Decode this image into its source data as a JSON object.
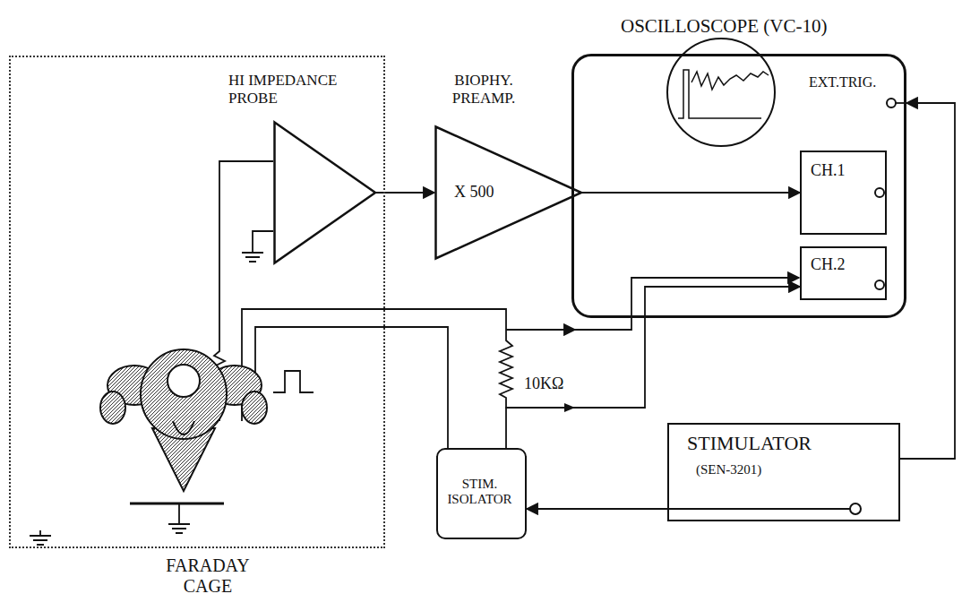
{
  "diagram": {
    "nodes": [
      {
        "text": [
          "FARADAY CAGE"
        ]
      },
      {
        "text": [
          "HI IMPEDANCE PROBE"
        ],
        "in": 0
      },
      {
        "text": [
          "BIOPHY. PREAMP.",
          "X 500"
        ]
      },
      {
        "text": [
          "OSCILLOSCOPE (VC-10)",
          "EXT.TRIG."
        ]
      },
      {
        "text": [
          "CH.1"
        ],
        "in": 3
      },
      {
        "text": [
          "CH.2"
        ],
        "in": 3
      },
      {
        "text": [
          "STIM. ISOLATOR"
        ]
      },
      {
        "text": [
          "STIMULATOR",
          "(SEN-3201)"
        ]
      }
    ],
    "edges": [
      {
        "from": 1,
        "to": 2,
        "arrow": "to"
      },
      {
        "from": 2,
        "to": 4,
        "arrow": "to"
      },
      {
        "from": 7,
        "to": 6,
        "arrow": "to"
      },
      {
        "from": 7,
        "to": 3,
        "arrow": "to"
      },
      {
        "from": 6,
        "to": 5,
        "arrow": "to"
      }
    ],
    "labels": [
      "10KΩ"
    ]
  }
}
